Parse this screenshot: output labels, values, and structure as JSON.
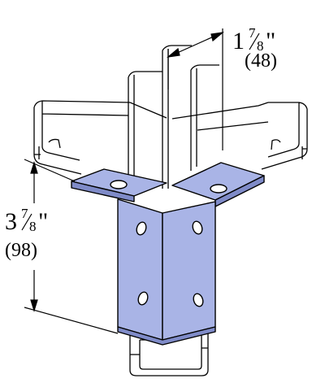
{
  "dimensions": {
    "width": {
      "whole": "1",
      "fraction_num": "7",
      "fraction_den": "8",
      "inch_mark": "\"",
      "metric": "(48)"
    },
    "height": {
      "whole": "3",
      "fraction_num": "7",
      "fraction_den": "8",
      "inch_mark": "\"",
      "metric": "(98)"
    }
  },
  "colors": {
    "fitting_fill": "#a9b4e6",
    "fitting_dark": "#7f8bc8",
    "line": "#000000",
    "channel_fill": "#ffffff"
  }
}
